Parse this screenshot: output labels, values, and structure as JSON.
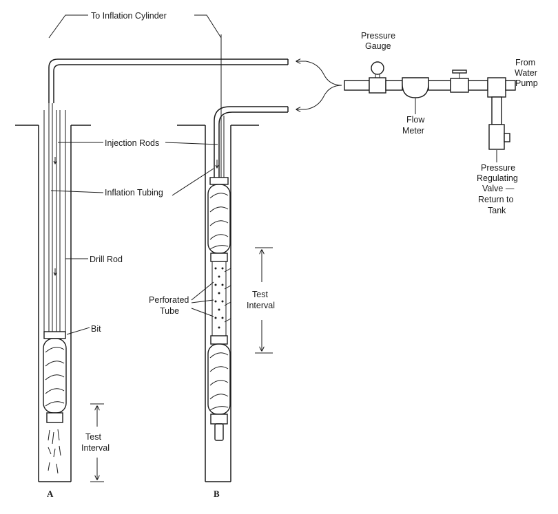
{
  "labels": {
    "to_inflation_cylinder": "To Inflation Cylinder",
    "injection_rods": "Injection Rods",
    "inflation_tubing": "Inflation Tubing",
    "drill_rod": "Drill Rod",
    "bit": "Bit",
    "test_interval_a_line1": "Test",
    "test_interval_a_line2": "Interval",
    "perforated_tube_line1": "Perforated",
    "perforated_tube_line2": "Tube",
    "test_interval_b_line1": "Test",
    "test_interval_b_line2": "Interval",
    "pressure_gauge_line1": "Pressure",
    "pressure_gauge_line2": "Gauge",
    "flow_meter_line1": "Flow",
    "flow_meter_line2": "Meter",
    "from_water_pump_line1": "From",
    "from_water_pump_line2": "Water",
    "from_water_pump_line3": "Pump",
    "prv_line1": "Pressure",
    "prv_line2": "Regulating",
    "prv_line3": "Valve —",
    "prv_line4": "Return to",
    "prv_line5": "Tank",
    "panel_a": "A",
    "panel_b": "B"
  }
}
